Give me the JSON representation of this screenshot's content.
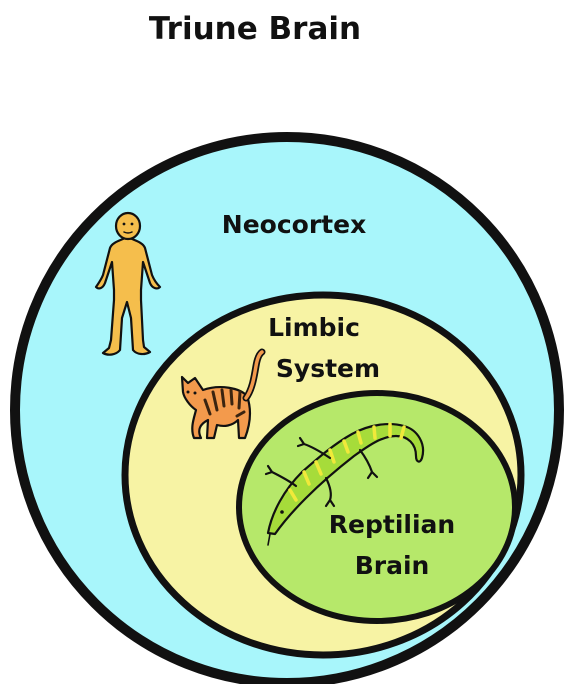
{
  "title": "Triune Brain",
  "layers": [
    {
      "label_lines": [
        "Neocortex"
      ],
      "fill": "#a8f6fb",
      "icon": "human-figure-icon"
    },
    {
      "label_lines": [
        "Limbic",
        "System"
      ],
      "fill": "#f7f3a4",
      "icon": "cat-icon"
    },
    {
      "label_lines": [
        "Reptilian",
        "Brain"
      ],
      "fill": "#b6e86a",
      "icon": "lizard-icon"
    }
  ],
  "colors": {
    "outline": "#111111",
    "human": "#f5be4c",
    "cat_body": "#f39a4c",
    "cat_stripes": "#3a2410",
    "lizard": "#a6dc3a",
    "lizard_stripes": "#f0e93a"
  }
}
